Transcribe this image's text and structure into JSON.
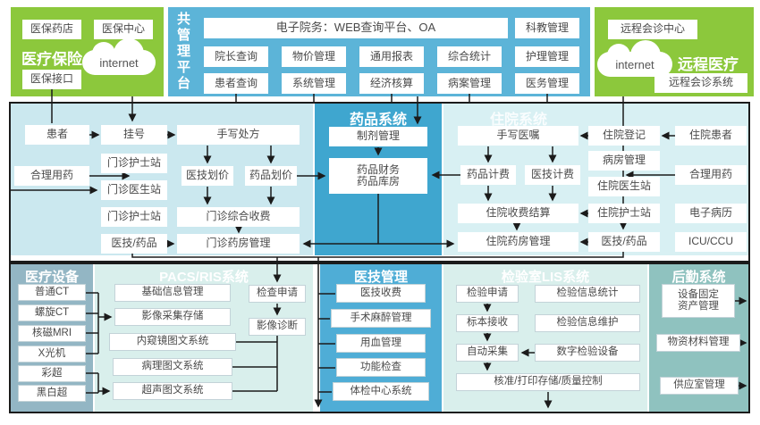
{
  "insurance": {
    "title": "医疗保险",
    "store": "医保药店",
    "center": "医保中心",
    "cloud": "internet",
    "interface": "医保接口"
  },
  "platform": {
    "title": "共管理平台",
    "banner": "电子院务：WEB查询平台、OA",
    "top_right": "科教管理",
    "row2": [
      "院长查询",
      "物价管理",
      "通用报表",
      "综合统计",
      "护理管理"
    ],
    "row3": [
      "患者查询",
      "系统管理",
      "经济核算",
      "病案管理",
      "医务管理"
    ]
  },
  "telemed": {
    "title": "远程医疗",
    "center": "远程会诊中心",
    "cloud": "internet",
    "system": "远程会诊系统"
  },
  "outpatient": {
    "patient": "患者",
    "register": "挂号",
    "prescription": "手写处方",
    "nurse1": "门诊护士站",
    "rational": "合理用药",
    "doctor": "门诊医生站",
    "tech_price": "医技划价",
    "drug_price": "药品划价",
    "nurse2": "门诊护士站",
    "fee": "门诊综合收费",
    "tech_drug": "医技/药品",
    "pharmacy_mgmt": "门诊药房管理"
  },
  "pharmacy": {
    "title": "药品系统",
    "preparation": "制剂管理",
    "finance": "药品财务",
    "warehouse": "药品库房"
  },
  "inpatient": {
    "title": "住院系统",
    "orders": "手写医嘱",
    "register": "住院登记",
    "patient": "住院患者",
    "drug_fee": "药品计费",
    "tech_fee": "医技计费",
    "ward": "病房管理",
    "rational": "合理用药",
    "doctor": "住院医生站",
    "settle": "住院收费结算",
    "nurse": "住院护士站",
    "emr": "电子病历",
    "pharmacy_mgmt": "住院药房管理",
    "tech_drug": "医技/药品",
    "icu": "ICU/CCU"
  },
  "devices": {
    "title": "医疗设备",
    "items": [
      "普通CT",
      "螺旋CT",
      "核磁MRI",
      "X光机",
      "彩超",
      "黑白超"
    ]
  },
  "pacs": {
    "title": "PACS/RIS系统",
    "items": [
      "基础信息管理",
      "影像采集存储",
      "内窥镜图文系统",
      "病理图文系统",
      "超声图文系统"
    ],
    "request": "检查申请",
    "diagnosis": "影像诊断"
  },
  "medtech": {
    "title": "医技管理",
    "items": [
      "医技收费",
      "手术麻醉管理",
      "用血管理",
      "功能检查",
      "体检中心系统"
    ]
  },
  "lis": {
    "title": "检验室LIS系统",
    "request": "检验申请",
    "stats": "检验信息统计",
    "sample": "标本接收",
    "maintain": "检验信息维护",
    "collect": "自动采集",
    "device": "数字检验设备",
    "approve": "核准/打印存储/质量控制"
  },
  "logistics": {
    "title": "后勤系统",
    "asset_line1": "设备固定",
    "asset_line2": "资产管理",
    "material": "物资材料管理",
    "supply": "供应室管理"
  },
  "colors": {
    "green": "#8cc83c",
    "platform_blue": "#5cb4d8",
    "pharmacy_blue": "#3fa6cf",
    "outpatient_bg": "#cbe8ef",
    "inpatient_bg": "#d8f0f3",
    "devices_bg": "#93b6c4",
    "pale_teal": "#d9efec",
    "logistics_bg": "#8fc2bf",
    "line": "#1b1b1b"
  }
}
